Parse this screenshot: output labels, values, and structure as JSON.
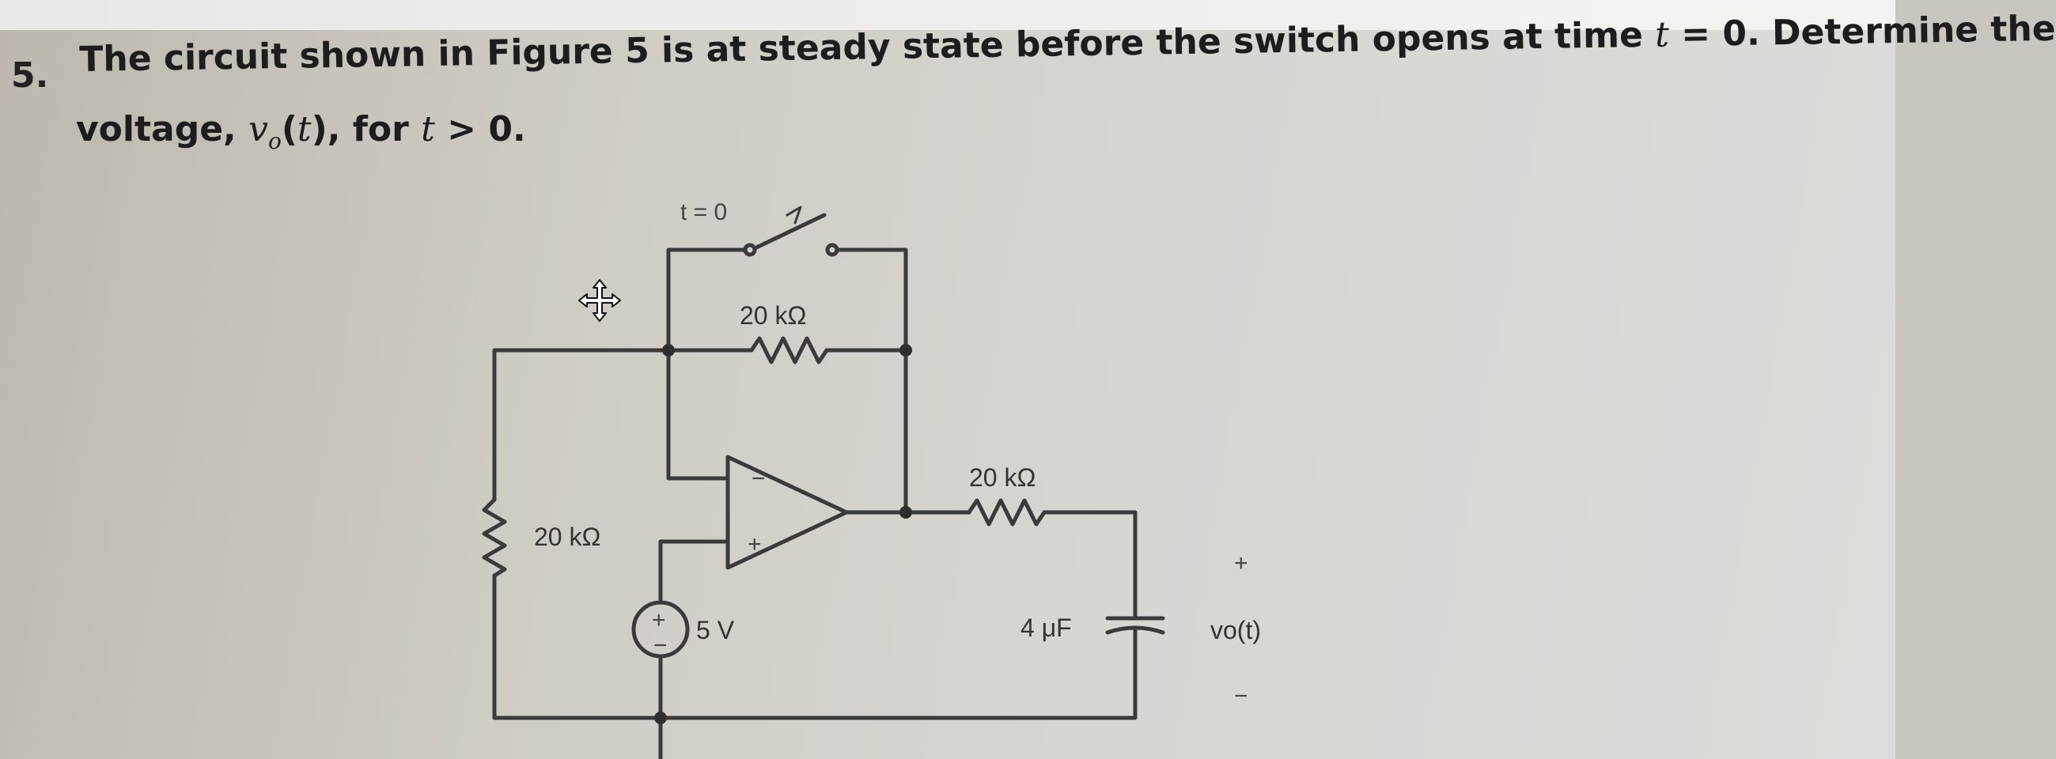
{
  "question": {
    "number": "5.",
    "line1": {
      "pre": "The circuit shown in Figure 5 is at steady state before the switch opens at time ",
      "var": "t",
      "post": " = 0. Determine the"
    },
    "line2": {
      "pre": "voltage, ",
      "var": "v",
      "sub": "o",
      "mid": "(",
      "var2": "t",
      "mid2": "), for ",
      "var3": "t",
      "post": " > 0."
    }
  },
  "circuit": {
    "switch_label": "t = 0",
    "r_feedback": "20 kΩ",
    "r_left": "20 kΩ",
    "r_output": "20 kΩ",
    "source": "5 V",
    "capacitor": "4 μF",
    "output_voltage": "vo(t)",
    "output_plus": "+",
    "output_minus": "−",
    "opamp_minus": "−",
    "opamp_plus": "+",
    "source_plus": "+",
    "source_minus": "−"
  },
  "icons": {
    "move_cursor": "move-cursor-icon"
  }
}
